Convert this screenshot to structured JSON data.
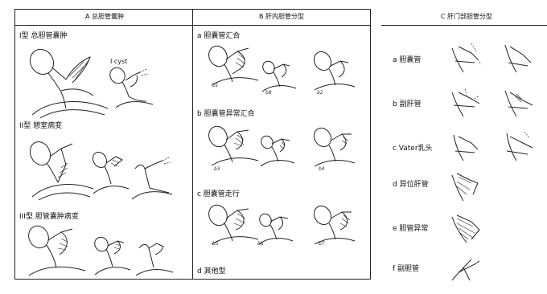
{
  "headers": {
    "A": "A 总胆管囊肿",
    "B": "B 肝内胆管分型",
    "C": "C 肝门部胆管分型"
  },
  "panelA": {
    "t1": "I型 总胆管囊肿",
    "cyst": "I cyst",
    "t2": "II型 憩室病变",
    "t3": "III型 胆管囊肿病变"
  },
  "panelB": {
    "a": "a 胆囊管汇合",
    "b": "b 胆囊管异常汇合",
    "c": "c 胆囊管走行",
    "d": "d 其他型"
  },
  "panelC": {
    "a": "a 胆囊管",
    "b": "b 副肝管",
    "c": "c Vater乳头",
    "d": "d 异位肝管",
    "e": "e 胆管异常",
    "f": "f 副胆管"
  },
  "numbers": {
    "b1": "b1",
    "b2": "b2",
    "b3": "b3",
    "b4": "b4",
    "b5": "b5",
    "b6": "b6",
    "b7": "b7",
    "b8": "b8"
  }
}
